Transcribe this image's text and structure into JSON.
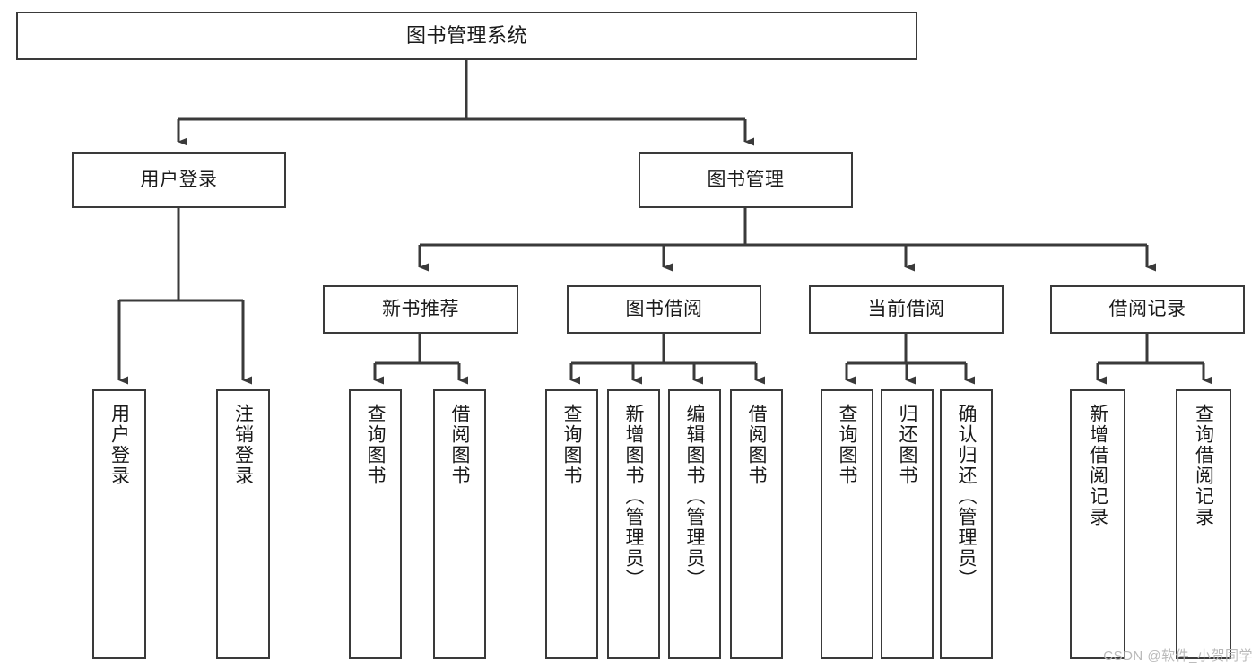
{
  "meta": {
    "diagram_title": "图书管理系统",
    "watermark": "CSDN @软件_小贺同学",
    "colors": {
      "background": "#ffffff",
      "border": "#3a3a3a",
      "connector": "#3a3a3a",
      "text": "#1a1a1a",
      "watermark": "#b9b9b9"
    }
  },
  "nodes": {
    "root": {
      "label": "图书管理系统"
    },
    "level1": [
      {
        "id": "user-login",
        "label": "用户登录"
      },
      {
        "id": "book-management",
        "label": "图书管理"
      }
    ],
    "level2": [
      {
        "id": "new-book-recommend",
        "label": "新书推荐"
      },
      {
        "id": "book-borrow",
        "label": "图书借阅"
      },
      {
        "id": "current-borrow",
        "label": "当前借阅"
      },
      {
        "id": "borrow-record",
        "label": "借阅记录"
      }
    ],
    "leaves": {
      "user-login": [
        {
          "id": "leaf-user-login",
          "label": "用户登录"
        },
        {
          "id": "leaf-user-logout",
          "label": "注销登录"
        }
      ],
      "new-book-recommend": [
        {
          "id": "leaf-query-book-1",
          "label": "查询图书"
        },
        {
          "id": "leaf-borrow-book-1",
          "label": "借阅图书"
        }
      ],
      "book-borrow": [
        {
          "id": "leaf-query-book-2",
          "label": "查询图书"
        },
        {
          "id": "leaf-add-book",
          "label": "新增图书（管理员）"
        },
        {
          "id": "leaf-edit-book",
          "label": "编辑图书（管理员）"
        },
        {
          "id": "leaf-borrow-book-2",
          "label": "借阅图书"
        }
      ],
      "current-borrow": [
        {
          "id": "leaf-query-book-3",
          "label": "查询图书"
        },
        {
          "id": "leaf-return-book",
          "label": "归还图书"
        },
        {
          "id": "leaf-confirm-return",
          "label": "确认归还（管理员）"
        }
      ],
      "borrow-record": [
        {
          "id": "leaf-add-record",
          "label": "新增借阅记录"
        },
        {
          "id": "leaf-query-record",
          "label": "查询借阅记录"
        }
      ]
    }
  }
}
